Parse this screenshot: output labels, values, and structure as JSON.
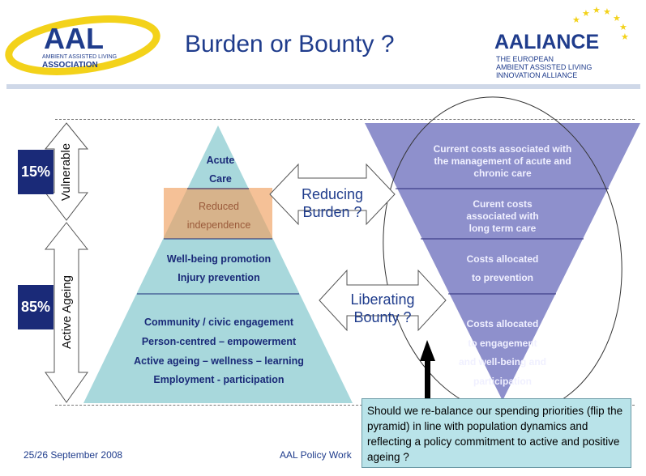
{
  "header": {
    "title": "Burden or Bounty ?",
    "logo_left": {
      "text": "AAL",
      "subtext_1": "AMBIENT ASSISTED LIVING",
      "subtext_2": "ASSOCIATION"
    },
    "logo_right": {
      "text": "AALIANCE",
      "sub_1": "THE EUROPEAN",
      "sub_2": "AMBIENT ASSISTED LIVING",
      "sub_3": "INNOVATION ALLIANCE"
    }
  },
  "left_scale": {
    "vulnerable_label": "Vulnerable",
    "vulnerable_pct": "15%",
    "active_label": "Active Ageing",
    "active_pct": "85%"
  },
  "pyramid": {
    "tier1": [
      "Acute",
      "Care"
    ],
    "tier2": [
      "Reduced",
      "independence"
    ],
    "tier3": [
      "Well-being promotion",
      "Injury prevention"
    ],
    "tier4": [
      "Community / civic engagement",
      "Person-centred – empowerment",
      "Active ageing – wellness – learning",
      "Employment - participation"
    ]
  },
  "arrows": {
    "top": [
      "Reducing",
      "Burden ?"
    ],
    "bottom": [
      "Liberating",
      "Bounty ?"
    ]
  },
  "inverted": {
    "tier1": [
      "Current costs associated with",
      "the management of acute and",
      "chronic care"
    ],
    "tier2": [
      "Curent costs",
      "associated with",
      "long term care"
    ],
    "tier3": [
      "Costs allocated",
      "to prevention"
    ],
    "tier4": [
      "Costs allocated",
      "to engagement",
      "and well-being and",
      "participation"
    ]
  },
  "callout": {
    "text": "Should we re-balance our spending priorities (flip the pyramid) in line with population dynamics and reflecting a policy commitment to active and positive ageing ?"
  },
  "footer": {
    "date": "25/26 September 2008",
    "event": "AAL Policy Work"
  },
  "colors": {
    "navy": "#1f3c8c",
    "pyramid_fill": "#a8d8dc",
    "inverted_fill": "#8e90cc",
    "orange": "#f0a060"
  }
}
